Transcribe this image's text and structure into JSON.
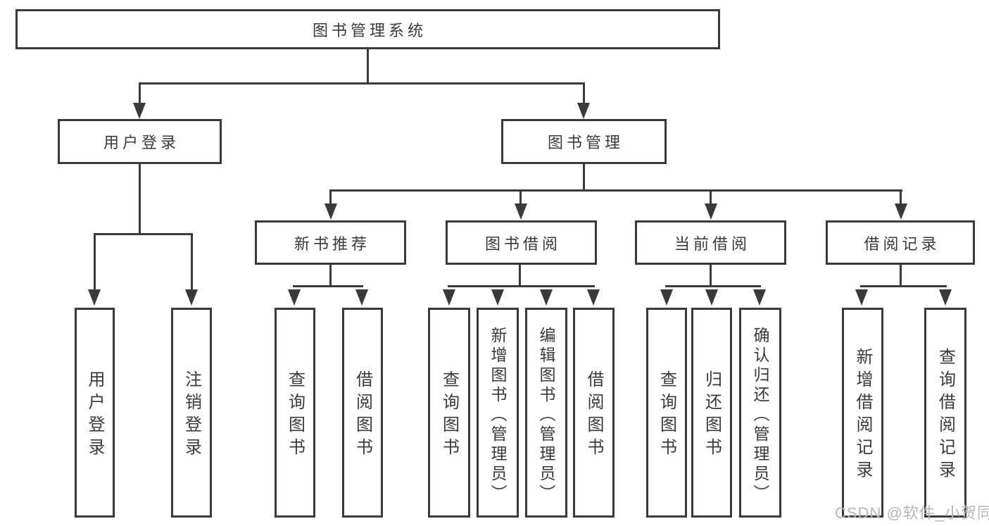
{
  "colors": {
    "line": "#3a3a3a",
    "text": "#3a3a3a",
    "box_background": "#ffffff",
    "page_background": "#ffffff",
    "watermark": "#b7b7b7"
  },
  "tree": {
    "root": "图书管理系统",
    "user_login": {
      "label": "用户登录",
      "children": [
        "用户登录",
        "注销登录"
      ]
    },
    "book_management": {
      "label": "图书管理",
      "sections": {
        "new_book_recommend": {
          "label": "新书推荐",
          "children": [
            "查询图书",
            "借阅图书"
          ]
        },
        "book_borrowing": {
          "label": "图书借阅",
          "children": [
            "查询图书",
            "新增图书（管理员）",
            "编辑图书（管理员）",
            "借阅图书"
          ]
        },
        "current_borrowing": {
          "label": "当前借阅",
          "children": [
            "查询图书",
            "归还图书",
            "确认归还（管理员）"
          ]
        },
        "borrowing_records": {
          "label": "借阅记录",
          "children": [
            "新增借阅记录",
            "查询借阅记录"
          ]
        }
      }
    }
  },
  "watermark": {
    "text": "CSDN @软件_小贺同学"
  }
}
